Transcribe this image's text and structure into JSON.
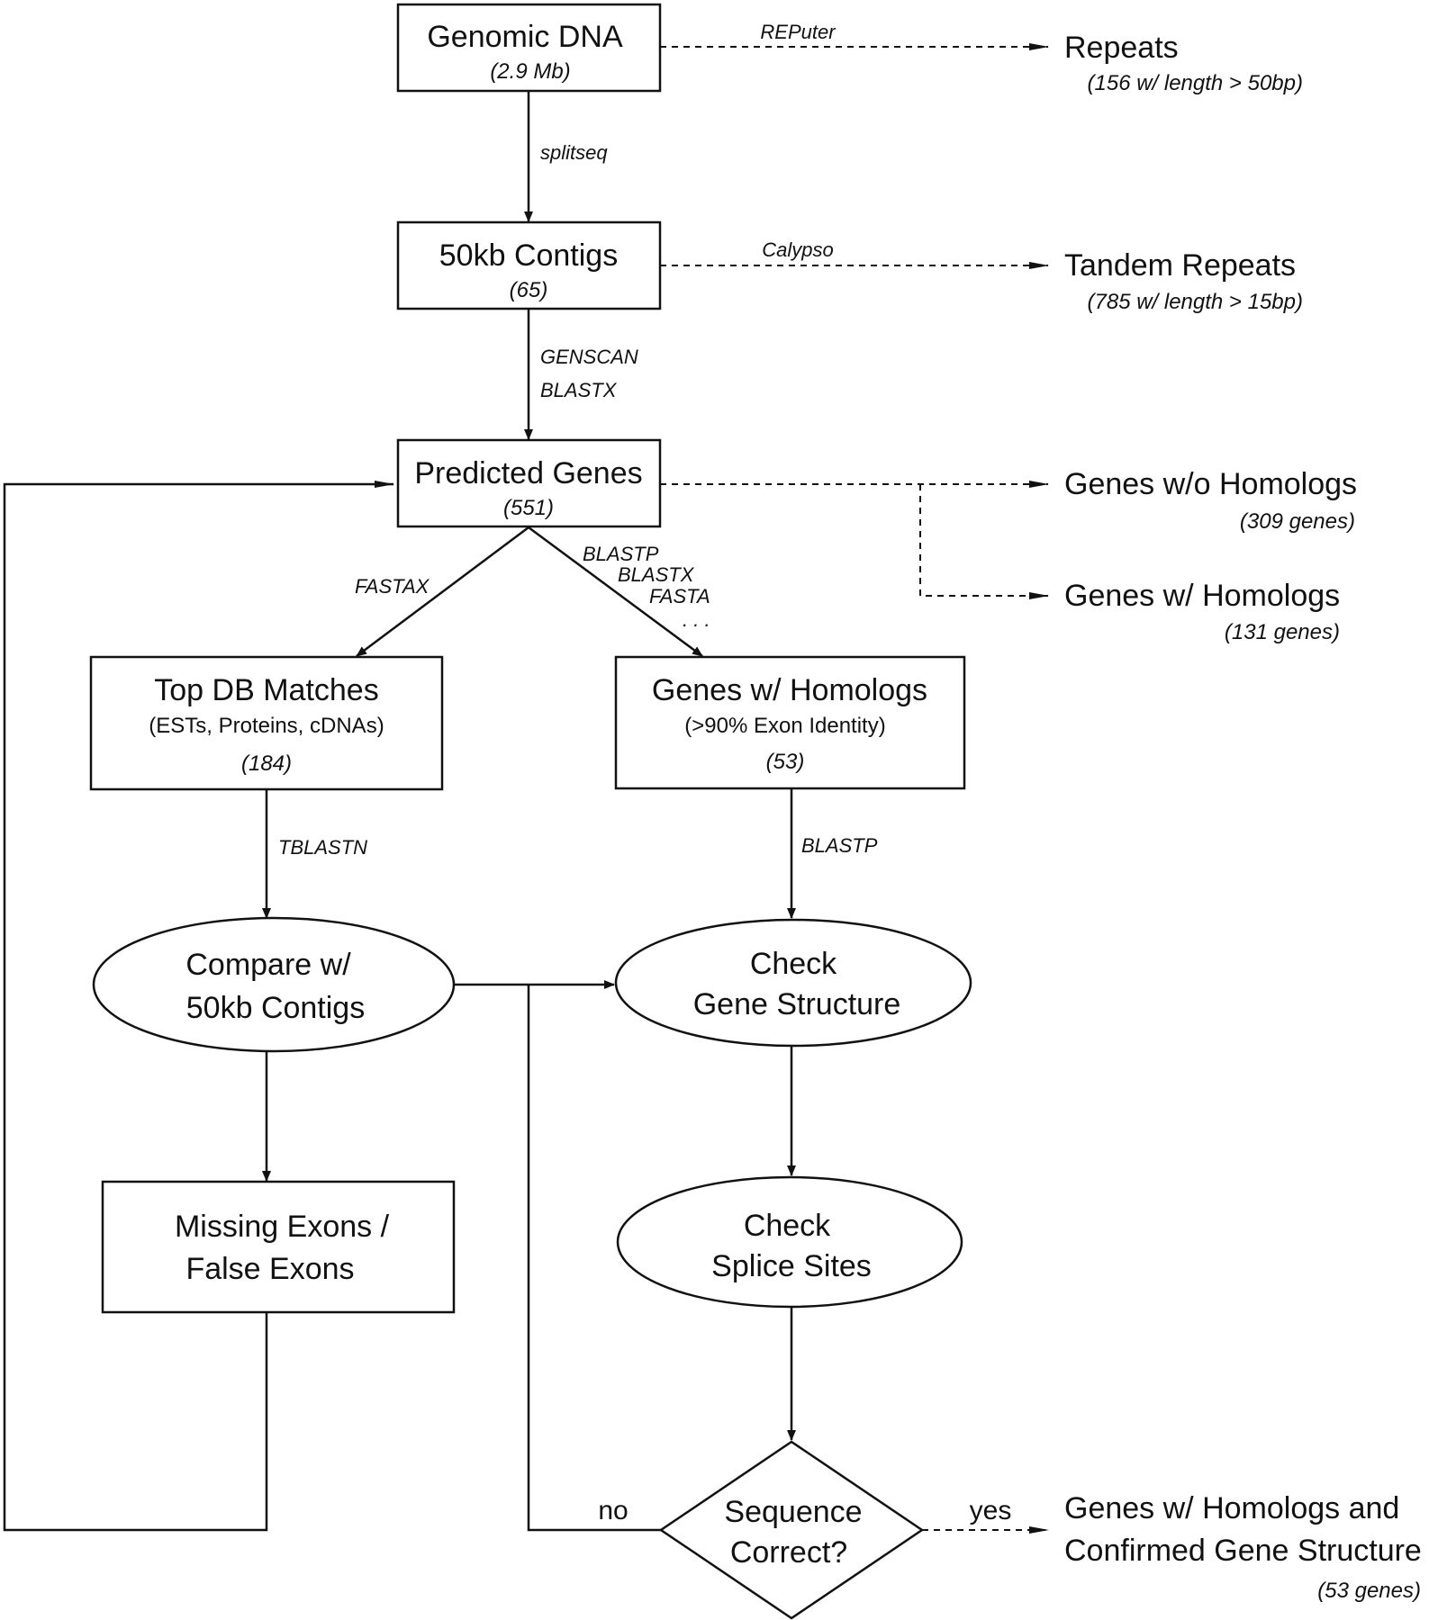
{
  "nodes": {
    "genomic_dna": {
      "title": "Genomic DNA",
      "count": "(2.9 Mb)"
    },
    "contigs": {
      "title": "50kb Contigs",
      "count": "(65)"
    },
    "predicted_genes": {
      "title": "Predicted Genes",
      "count": "(551)"
    },
    "top_db_matches": {
      "title": "Top DB Matches",
      "subtitle": "(ESTs, Proteins, cDNAs)",
      "count": "(184)"
    },
    "genes_homologs_90": {
      "title": "Genes w/ Homologs",
      "subtitle": "(>90% Exon Identity)",
      "count": "(53)"
    },
    "compare_contigs": {
      "line1": "Compare w/",
      "line2": "50kb Contigs"
    },
    "check_gene_structure": {
      "line1": "Check",
      "line2": "Gene Structure"
    },
    "missing_exons": {
      "line1": "Missing Exons /",
      "line2": "False Exons"
    },
    "check_splice_sites": {
      "line1": "Check",
      "line2": "Splice Sites"
    },
    "sequence_correct": {
      "line1": "Sequence",
      "line2": "Correct?"
    }
  },
  "outputs": {
    "repeats": {
      "title": "Repeats",
      "count": "(156 w/ length > 50bp)"
    },
    "tandem_repeats": {
      "title": "Tandem Repeats",
      "count": "(785 w/ length > 15bp)"
    },
    "genes_without_homologs": {
      "title": "Genes w/o Homologs",
      "count": "(309 genes)"
    },
    "genes_with_homologs": {
      "title": "Genes w/ Homologs",
      "count": "(131 genes)"
    },
    "confirmed": {
      "line1": "Genes w/ Homologs and",
      "line2": "Confirmed Gene Structure",
      "count": "(53 genes)"
    }
  },
  "tools": {
    "reputer": "REPuter",
    "splitseq": "splitseq",
    "calypso": "Calypso",
    "genscan": "GENSCAN",
    "blastx_1": "BLASTX",
    "fastax": "FASTAX",
    "blastp_1": "BLASTP",
    "blastx_2": "BLASTX",
    "fasta": "FASTA",
    "ellipsis": ". . .",
    "tblastn": "TBLASTN",
    "blastp_2": "BLASTP"
  },
  "edge_labels": {
    "no": "no",
    "yes": "yes"
  }
}
